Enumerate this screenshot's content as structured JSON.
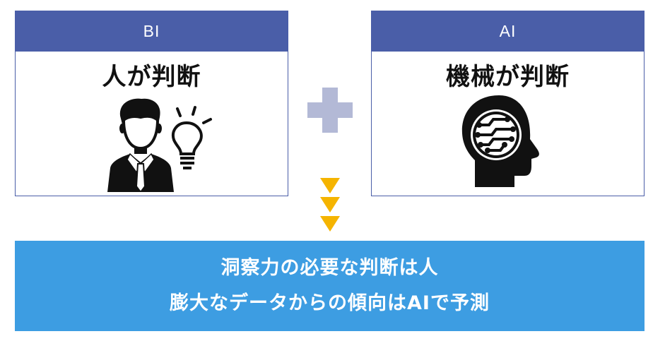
{
  "left_card": {
    "header": "BI",
    "title": "人が判断",
    "icon": "person-with-lightbulb-icon"
  },
  "right_card": {
    "header": "AI",
    "title": "機械が判断",
    "icon": "ai-brain-head-icon"
  },
  "connector": {
    "icon": "plus-icon",
    "color": "#b3b9d6"
  },
  "arrows": {
    "icon": "triple-down-arrow-icon",
    "color": "#f5b400"
  },
  "banner": {
    "line1": "洞察力の必要な判断は人",
    "line2": "膨大なデータからの傾向はAIで予測",
    "color": "#3d9de2"
  },
  "colors": {
    "header": "#4a5ea8"
  }
}
